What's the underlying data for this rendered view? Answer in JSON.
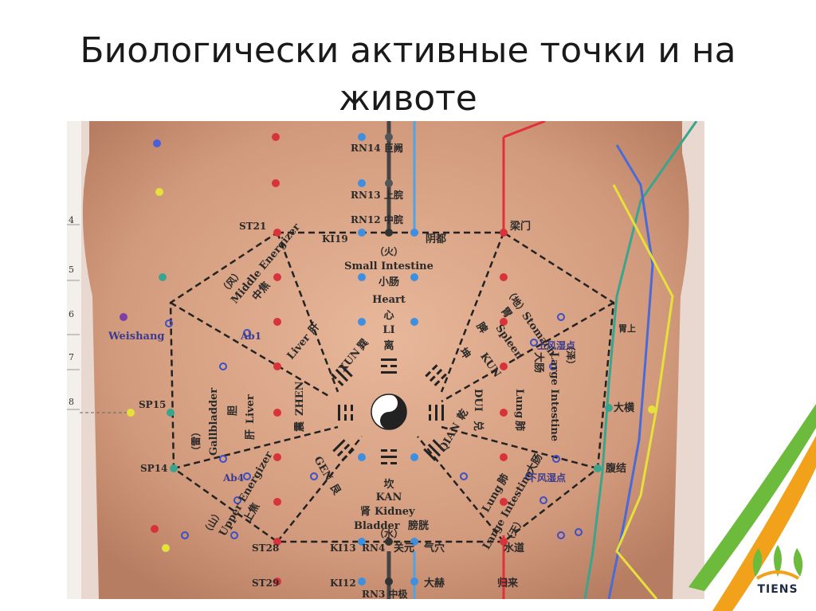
{
  "slide": {
    "title_line1": "Биологически активные точки и на",
    "title_line2": "животе"
  },
  "chart": {
    "points_top": [
      "RN14 巨阙",
      "RN13 上脘",
      "RN12 中脘"
    ],
    "st21": "ST21",
    "ki19": "KI19",
    "yindu": "阴都",
    "liangmen": "梁门",
    "fire": "（火）",
    "small_intestine": "Small Intestine",
    "small_intestine_cn": "小肠",
    "heart": "Heart",
    "heart_cn": "心",
    "li": "LI",
    "li_cn": "离",
    "wind": "（风）",
    "middle_energizer": "Middle Energizer",
    "middle_energizer_cn": "中焦",
    "liver_top": "Liver",
    "liver_top_cn": "肝",
    "xun": "XUN",
    "xun_cn": "巽",
    "earth": "（地）",
    "stomach": "Stomach",
    "stomach_cn": "胃",
    "spleen": "Spleen",
    "spleen_cn": "脾",
    "kun": "KUN",
    "kun_cn": "坤",
    "weishang": "Weishang",
    "ab1": "Ab1",
    "shangfeng_top": "上风湿点",
    "weishang_cn": "胃上",
    "sp15": "SP15",
    "thunder": "（雷）",
    "gallbladder": "Gallbladder",
    "gallbladder_cn": "胆",
    "liver_mid": "Liver",
    "liver_mid_cn": "肝",
    "zhen": "ZHEN",
    "zhen_cn": "震",
    "dui": "DUI",
    "dui_cn": "兑",
    "lung_mid": "Lung",
    "lung_mid_cn": "肺",
    "lake": "（泽）",
    "large_intestine": "Large Intestine",
    "large_intestine_cn": "大肠",
    "daheng": "大横",
    "sp14": "SP14",
    "ab4": "Ab4",
    "upper_energizer": "Upper Energizer",
    "upper_energizer_cn": "上焦",
    "mountain": "（山）",
    "gen": "GEN",
    "gen_cn": "艮",
    "kan": "KAN",
    "kan_cn": "坎",
    "kidney": "Kidney",
    "kidney_cn": "肾",
    "bladder": "Bladder",
    "bladder_cn": "膀胱",
    "water": "（水）",
    "qian": "QIAN",
    "qian_cn": "乾",
    "lung_low": "Lung",
    "lung_low_cn": "肺",
    "large_int_low": "Large Intestine",
    "large_int_low_cn": "大肠",
    "heaven": "（天）",
    "xiafeng": "下风湿点",
    "fujie": "腹结",
    "st28": "ST28",
    "ki13": "KI13",
    "rn4": "RN4",
    "guanyuan": "关元",
    "qixue": "气穴",
    "shuidao": "水道",
    "st29": "ST29",
    "ki12": "KI12",
    "dahe": "大赫",
    "guilai": "归来",
    "rn3": "RN3 中极",
    "ruler": [
      "4",
      "5",
      "6",
      "7",
      "8"
    ]
  },
  "brand": {
    "name": "TIENS"
  },
  "colors": {
    "skin": "#d9a68a",
    "red_point": "#d8323a",
    "blue_point": "#3f8fe0",
    "green_point": "#3aa58c",
    "yellow_point": "#d8d62e",
    "purple_point": "#7b3fa5",
    "line_red": "#e0303a",
    "line_blue": "#4aa6e6",
    "line_dark": "#4a4a4a",
    "green_deco": "#6cbb3c",
    "orange_deco": "#f2a21a"
  }
}
